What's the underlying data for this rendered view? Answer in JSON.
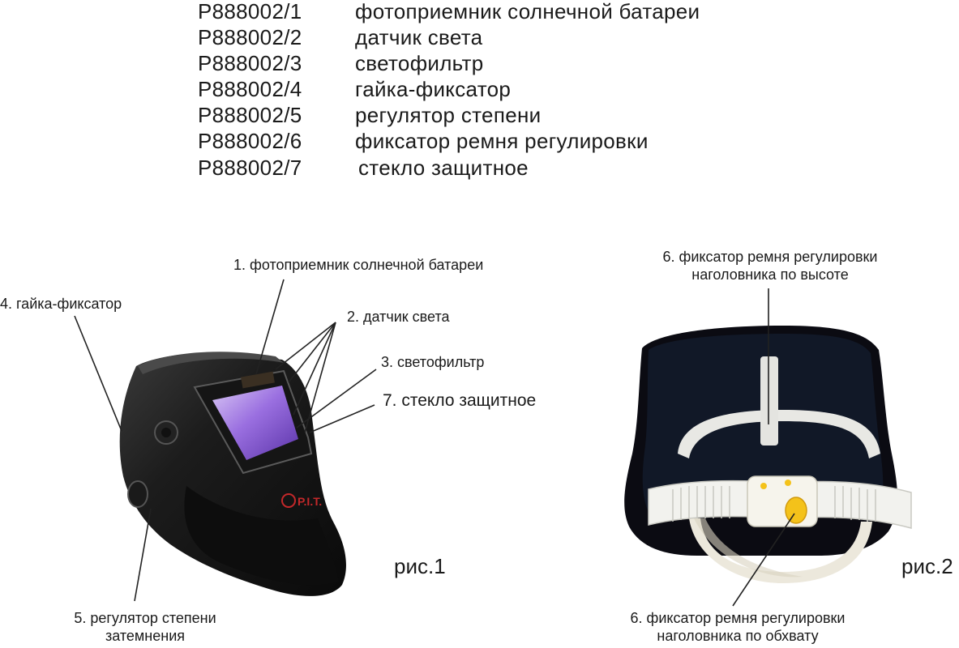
{
  "parts_list": [
    {
      "code": "P888002/1",
      "name": "фотоприемник солнечной батареи"
    },
    {
      "code": "P888002/2",
      "name": "датчик света"
    },
    {
      "code": "P888002/3",
      "name": "светофильтр"
    },
    {
      "code": "P888002/4",
      "name": "гайка-фиксатор"
    },
    {
      "code": "P888002/5",
      "name": "регулятор степени"
    },
    {
      "code": "P888002/6",
      "name": "фиксатор ремня регулировки"
    },
    {
      "code": "P888002/7",
      "name": "стекло защитное"
    }
  ],
  "figure1": {
    "label": "рис.1",
    "brand": "P.I.T.",
    "callouts": {
      "solar": "1. фотоприемник солнечной батареи",
      "light_sensor": "2. датчик света",
      "filter": "3. светофильтр",
      "nut": "4. гайка-фиксатор",
      "glass": "7. стекло защитное",
      "regulator_line1": "5. регулятор степени",
      "regulator_line2": "затемнения"
    }
  },
  "figure2": {
    "label": "рис.2",
    "callouts": {
      "height_line1": "6. фиксатор ремня регулировки",
      "height_line2": "наголовника по высоте",
      "girth_line1": "6. фиксатор ремня регулировки",
      "girth_line2": "наголовника по обхвату"
    }
  },
  "colors": {
    "helmet": "#141414",
    "filter_glow": "#8a5cd6",
    "headgear": "#e8e8e4",
    "knob_yellow": "#f4c21a",
    "brand_red": "#c4282a"
  }
}
